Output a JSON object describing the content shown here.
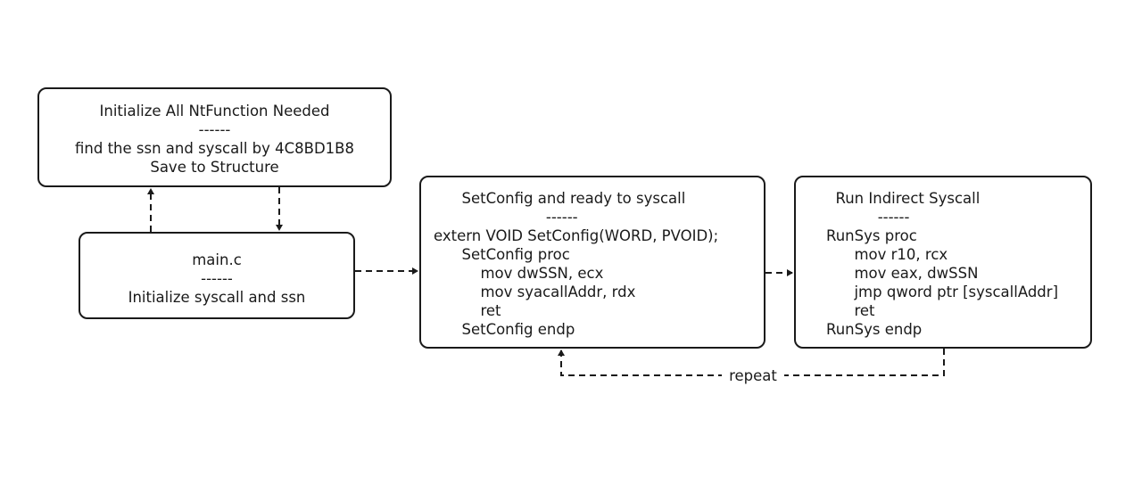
{
  "boxes": {
    "init": {
      "lines": [
        "Initialize All NtFunction Needed",
        "------",
        "find the ssn and syscall by 4C8BD1B8",
        "Save to Structure"
      ]
    },
    "main": {
      "lines": [
        "main.c",
        "------",
        "Initialize syscall and ssn"
      ]
    },
    "setconfig": {
      "lines": [
        "      SetConfig and ready to syscall",
        "                        ------",
        "extern VOID SetConfig(WORD, PVOID);",
        "      SetConfig proc",
        "          mov dwSSN, ecx",
        "          mov syacallAddr, rdx",
        "          ret",
        "      SetConfig endp"
      ]
    },
    "runsys": {
      "lines": [
        "  Run Indirect Syscall",
        "           ------",
        "RunSys proc",
        "      mov r10, rcx",
        "      mov eax, dwSSN",
        "      jmp qword ptr [syscallAddr]",
        "      ret",
        "RunSys endp"
      ]
    }
  },
  "edges": {
    "repeat_label": "repeat"
  },
  "colors": {
    "stroke": "#1a1a1a",
    "background": "#ffffff"
  }
}
